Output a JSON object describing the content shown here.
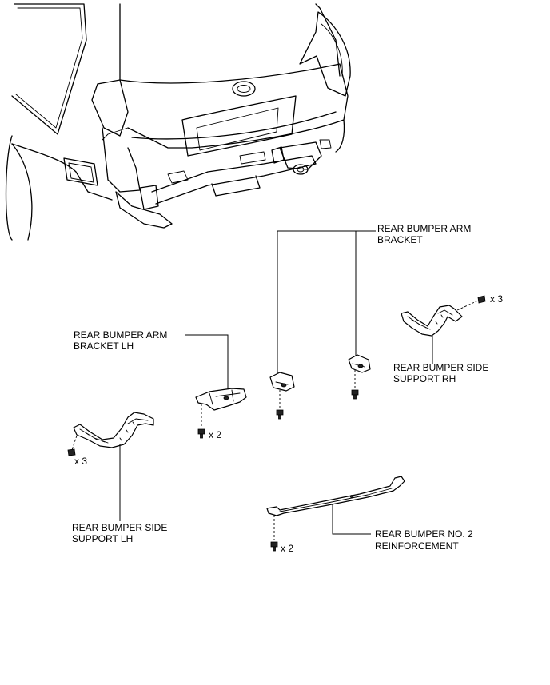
{
  "callouts": {
    "arm_bracket": [
      "REAR BUMPER ARM",
      "BRACKET"
    ],
    "arm_bracket_lh": [
      "REAR BUMPER ARM",
      "BRACKET LH"
    ],
    "side_support_rh": [
      "REAR BUMPER SIDE",
      "SUPPORT RH"
    ],
    "side_support_lh": [
      "REAR BUMPER SIDE",
      "SUPPORT LH"
    ],
    "reinforcement": [
      "REAR BUMPER NO. 2",
      "REINFORCEMENT"
    ]
  },
  "quantities": {
    "rh_bolts": "x 3",
    "lh_bracket_bolts": "x 2",
    "lh_support_bolts": "x 3",
    "reinforcement_bolts": "x 2"
  }
}
